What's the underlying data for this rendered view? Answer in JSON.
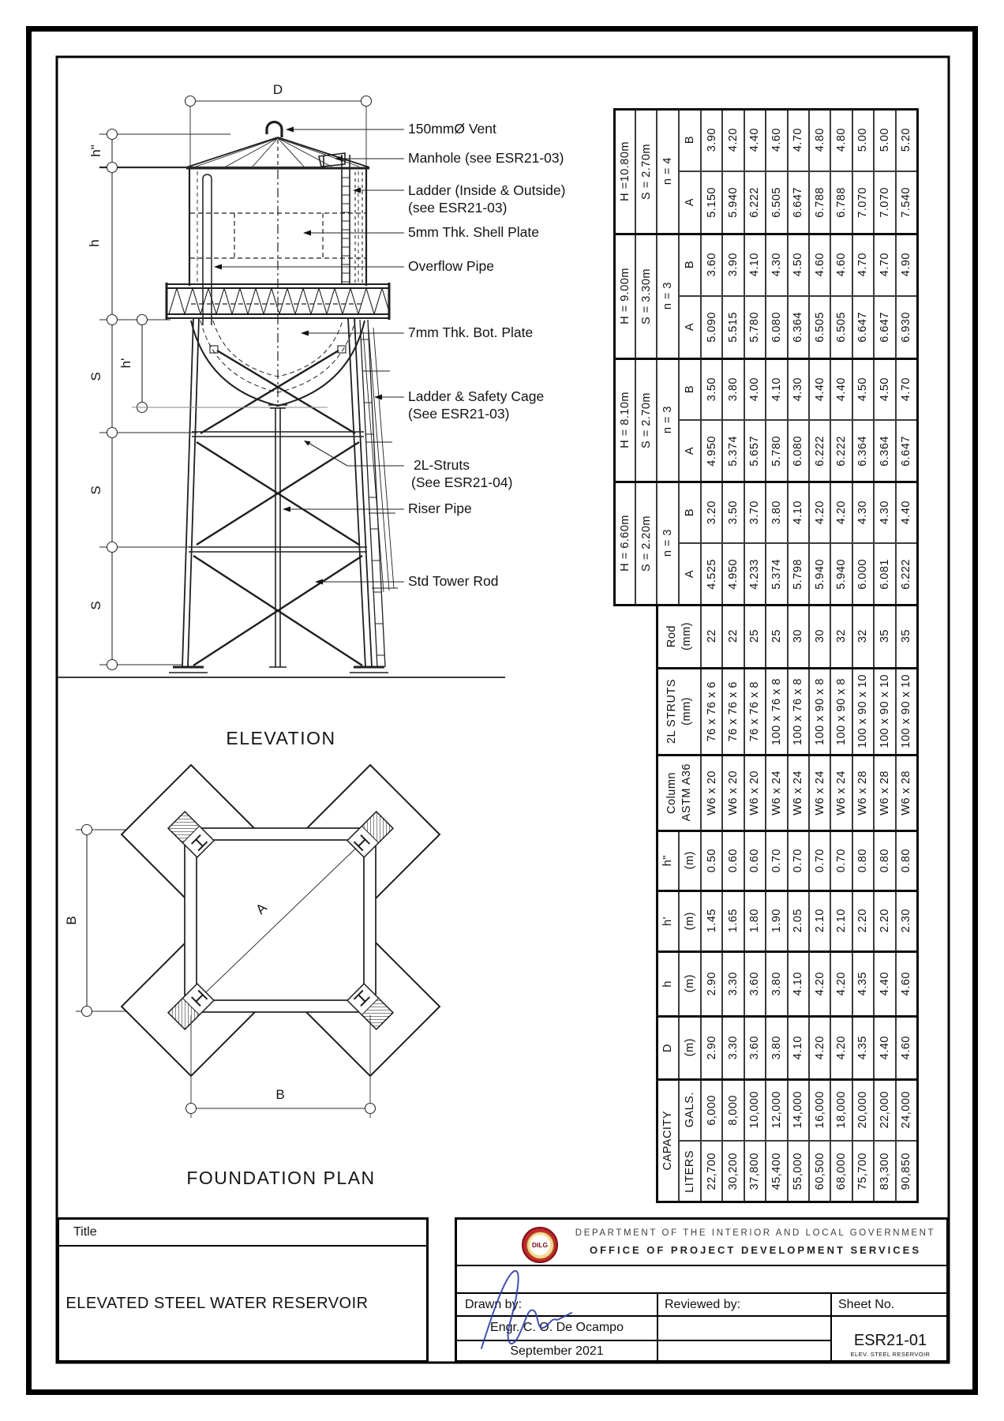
{
  "view_titles": {
    "elevation": "ELEVATION",
    "foundation_plan": "FOUNDATION PLAN"
  },
  "dim_labels": {
    "d": "D",
    "h_double_prime": "h\"",
    "h": "h",
    "h_prime": "h'",
    "s": "S",
    "a": "A",
    "b": "B"
  },
  "annotations": {
    "vent": "150mmØ Vent",
    "manhole": "Manhole (see ESR21-03)",
    "ladder_1": "Ladder (Inside & Outside)",
    "ladder_2": "(see ESR21-03)",
    "shell_plate": "5mm Thk. Shell Plate",
    "overflow": "Overflow Pipe",
    "bottom_plate": "7mm Thk. Bot. Plate",
    "cage_1": "Ladder & Safety Cage",
    "cage_2": "(See ESR21-03)",
    "struts_1": "2L-Struts",
    "struts_2": "(See ESR21-04)",
    "riser": "Riser Pipe",
    "tower_rod": "Std Tower Rod"
  },
  "spec_table": {
    "groups": [
      {
        "height_label": "H =10.80m",
        "spacing_label": "S = 2.70m",
        "n_label": "n = 4",
        "rows": [
          {
            "label": "B",
            "values": [
              "3.90",
              "4.20",
              "4.40",
              "4.60",
              "4.70",
              "4.80",
              "4.80",
              "5.00",
              "5.00",
              "5.20"
            ]
          },
          {
            "label": "A",
            "values": [
              "5.150",
              "5.940",
              "6.222",
              "6.505",
              "6.647",
              "6.788",
              "6.788",
              "7.070",
              "7.070",
              "7.540"
            ]
          }
        ]
      },
      {
        "height_label": "H = 9.00m",
        "spacing_label": "S = 3.30m",
        "n_label": "n = 3",
        "rows": [
          {
            "label": "B",
            "values": [
              "3.60",
              "3.90",
              "4.10",
              "4.30",
              "4.50",
              "4.60",
              "4.60",
              "4.70",
              "4.70",
              "4.90"
            ]
          },
          {
            "label": "A",
            "values": [
              "5.090",
              "5.515",
              "5.780",
              "6.080",
              "6.364",
              "6.505",
              "6.505",
              "6.647",
              "6.647",
              "6.930"
            ]
          }
        ]
      },
      {
        "height_label": "H = 8.10m",
        "spacing_label": "S = 2.70m",
        "n_label": "n = 3",
        "rows": [
          {
            "label": "B",
            "values": [
              "3.50",
              "3.80",
              "4.00",
              "4.10",
              "4.30",
              "4.40",
              "4.40",
              "4.50",
              "4.50",
              "4.70"
            ]
          },
          {
            "label": "A",
            "values": [
              "4.950",
              "5.374",
              "5.657",
              "5.780",
              "6.080",
              "6.222",
              "6.222",
              "6.364",
              "6.364",
              "6.647"
            ]
          }
        ]
      },
      {
        "height_label": "H = 6.60m",
        "spacing_label": "S = 2.20m",
        "n_label": "n = 3",
        "rows": [
          {
            "label": "B",
            "values": [
              "3.20",
              "3.50",
              "3.70",
              "3.80",
              "4.10",
              "4.20",
              "4.20",
              "4.30",
              "4.30",
              "4.40"
            ]
          },
          {
            "label": "A",
            "values": [
              "4.525",
              "4.950",
              "4.233",
              "5.374",
              "5.798",
              "5.940",
              "5.940",
              "6.000",
              "6.081",
              "6.222"
            ]
          }
        ]
      }
    ],
    "bands": [
      {
        "label": "Rod",
        "sub": "(mm)",
        "split": false,
        "values": [
          "22",
          "22",
          "25",
          "25",
          "30",
          "30",
          "32",
          "32",
          "35",
          "35"
        ]
      },
      {
        "label": "2L STRUTS",
        "sub": "(mm)",
        "split": false,
        "values": [
          "76 x 76 x 6",
          "76 x 76 x 6",
          "76 x 76 x 8",
          "100 x 76 x 8",
          "100 x 76 x 8",
          "100 x 90 x 8",
          "100 x 90 x 8",
          "100 x 90 x 10",
          "100 x 90 x 10",
          "100 x 90 x 10"
        ]
      },
      {
        "label": "Column",
        "sub": "ASTM A36",
        "split": false,
        "values": [
          "W6 x 20",
          "W6 x 20",
          "W6 x 20",
          "W6 x 24",
          "W6 x 24",
          "W6 x 24",
          "W6 x 24",
          "W6 x 28",
          "W6 x 28",
          "W6 x 28"
        ]
      },
      {
        "label": "h\"",
        "sub": "(m)",
        "split": true,
        "values": [
          "0.50",
          "0.60",
          "0.60",
          "0.70",
          "0.70",
          "0.70",
          "0.70",
          "0.80",
          "0.80",
          "0.80"
        ]
      },
      {
        "label": "h'",
        "sub": "(m)",
        "split": true,
        "values": [
          "1.45",
          "1.65",
          "1.80",
          "1.90",
          "2.05",
          "2.10",
          "2.10",
          "2.20",
          "2.20",
          "2.30"
        ]
      },
      {
        "label": "h",
        "sub": "(m)",
        "split": true,
        "values": [
          "2.90",
          "3.30",
          "3.60",
          "3.80",
          "4.10",
          "4.20",
          "4.20",
          "4.35",
          "4.40",
          "4.60"
        ]
      },
      {
        "label": "D",
        "sub": "(m)",
        "split": true,
        "values": [
          "2.90",
          "3.30",
          "3.60",
          "3.80",
          "4.10",
          "4.20",
          "4.20",
          "4.35",
          "4.40",
          "4.60"
        ]
      }
    ],
    "capacity": {
      "label": "CAPACITY",
      "rows": [
        {
          "label": "GALS.",
          "values": [
            "6,000",
            "8,000",
            "10,000",
            "12,000",
            "14,000",
            "16,000",
            "18,000",
            "20,000",
            "22,000",
            "24,000"
          ]
        },
        {
          "label": "LITERS",
          "values": [
            "22,700",
            "30,200",
            "37,800",
            "45,400",
            "55,000",
            "60,500",
            "68,000",
            "75,700",
            "83,300",
            "90,850"
          ]
        }
      ]
    }
  },
  "title_block": {
    "title_label": "Title",
    "project_title": "ELEVATED STEEL WATER RESERVOIR",
    "logo_text": "DILG",
    "department": "DEPARTMENT OF THE INTERIOR AND LOCAL GOVERNMENT",
    "office": "OFFICE OF PROJECT DEVELOPMENT SERVICES",
    "drawn_by_label": "Drawn by:",
    "drawn_by_name": "Engr. C. O. De Ocampo",
    "date": "September 2021",
    "reviewed_by_label": "Reviewed by:",
    "sheet_no_label": "Sheet No.",
    "sheet_no": "ESR21-01",
    "sheet_subtitle": "ELEV. STEEL RESERVOIR"
  }
}
